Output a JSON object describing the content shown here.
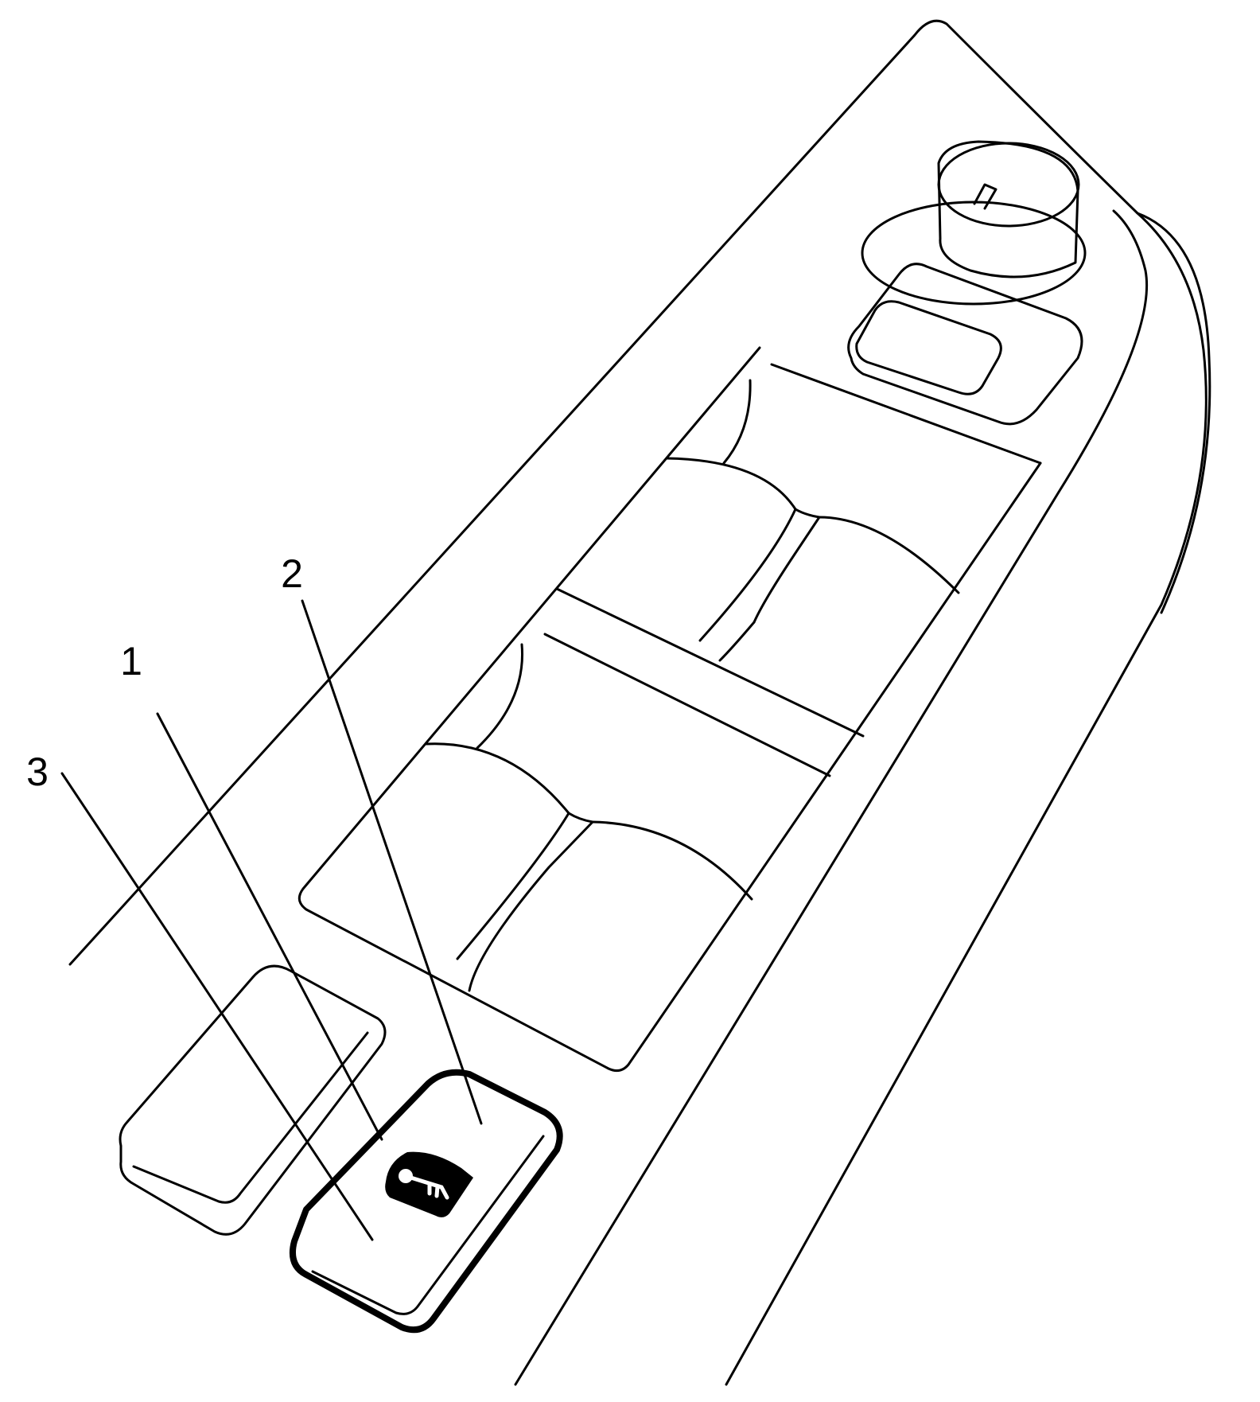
{
  "callouts": [
    {
      "label": "1",
      "target": "window-lockout-switch"
    },
    {
      "label": "2",
      "target": "window-lockout-switch-upper-edge"
    },
    {
      "label": "3",
      "target": "window-lockout-switch-lower-edge"
    }
  ],
  "icons": [
    "lock-key-icon"
  ]
}
